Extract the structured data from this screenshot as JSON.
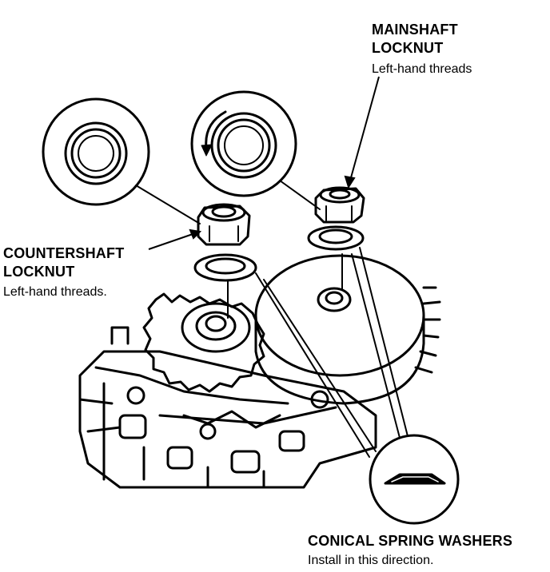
{
  "labels": {
    "mainshaft": {
      "line1": "MAINSHAFT",
      "line2": "LOCKNUT",
      "note": "Left-hand threads"
    },
    "countershaft": {
      "line1": "COUNTERSHAFT",
      "line2": "LOCKNUT",
      "note": "Left-hand threads."
    },
    "washers": {
      "line1": "CONICAL SPRING WASHERS",
      "note": "Install in this direction."
    }
  },
  "colors": {
    "ink": "#000000",
    "paper": "#ffffff"
  }
}
